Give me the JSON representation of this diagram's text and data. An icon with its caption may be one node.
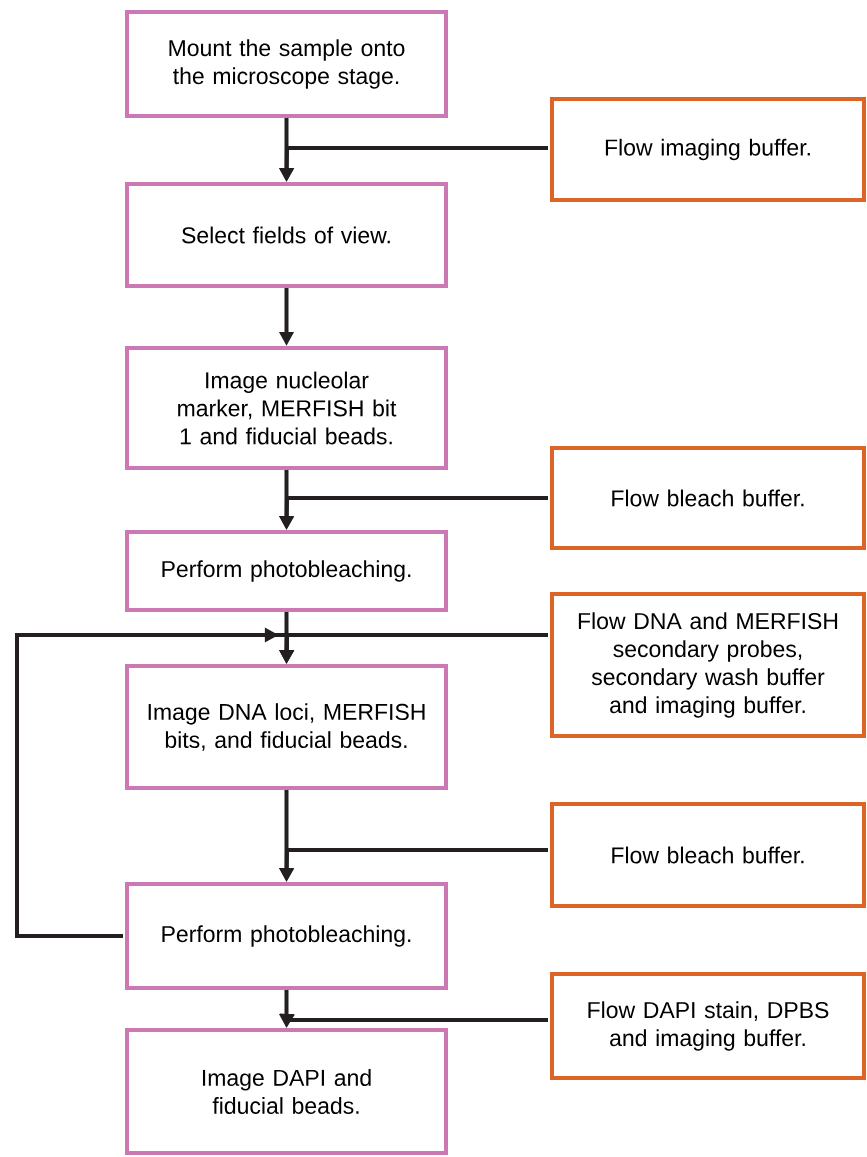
{
  "diagram": {
    "nodes": [
      {
        "text": [
          "Mount the sample onto the microscope stage."
        ]
      },
      {
        "text": [
          "Flow imaging buffer."
        ]
      },
      {
        "text": [
          "Select fields of view."
        ]
      },
      {
        "text": [
          "Image nucleolar marker, MERFISH bit 1 and fiducial beads."
        ]
      },
      {
        "text": [
          "Flow bleach buffer."
        ]
      },
      {
        "text": [
          "Perform photobleaching."
        ]
      },
      {
        "text": [
          "Flow DNA and MERFISH secondary probes, secondary wash buffer and imaging buffer."
        ]
      },
      {
        "text": [
          "Image DNA loci, MERFISH bits, and fiducial beads."
        ]
      },
      {
        "text": [
          "Flow bleach buffer."
        ]
      },
      {
        "text": [
          "Perform photobleaching."
        ]
      },
      {
        "text": [
          "Flow DAPI stain, DPBS and imaging buffer."
        ]
      },
      {
        "text": [
          "Image DAPI and fiducial beads."
        ]
      }
    ],
    "edges": [
      {
        "from": 0,
        "to": 2,
        "arrow": "to"
      },
      {
        "from": 1,
        "to": 2,
        "arrow": "to"
      },
      {
        "from": 2,
        "to": 3,
        "arrow": "to"
      },
      {
        "from": 3,
        "to": 5,
        "arrow": "to"
      },
      {
        "from": 4,
        "to": 5,
        "arrow": "to"
      },
      {
        "from": 5,
        "to": 7,
        "arrow": "to"
      },
      {
        "from": 6,
        "to": 7,
        "arrow": "to"
      },
      {
        "from": 9,
        "to": 7,
        "arrow": "to"
      },
      {
        "from": 7,
        "to": 9,
        "arrow": "to"
      },
      {
        "from": 8,
        "to": 9,
        "arrow": "to"
      },
      {
        "from": 9,
        "to": 11,
        "arrow": "to"
      },
      {
        "from": 10,
        "to": 11,
        "arrow": "to"
      }
    ]
  }
}
